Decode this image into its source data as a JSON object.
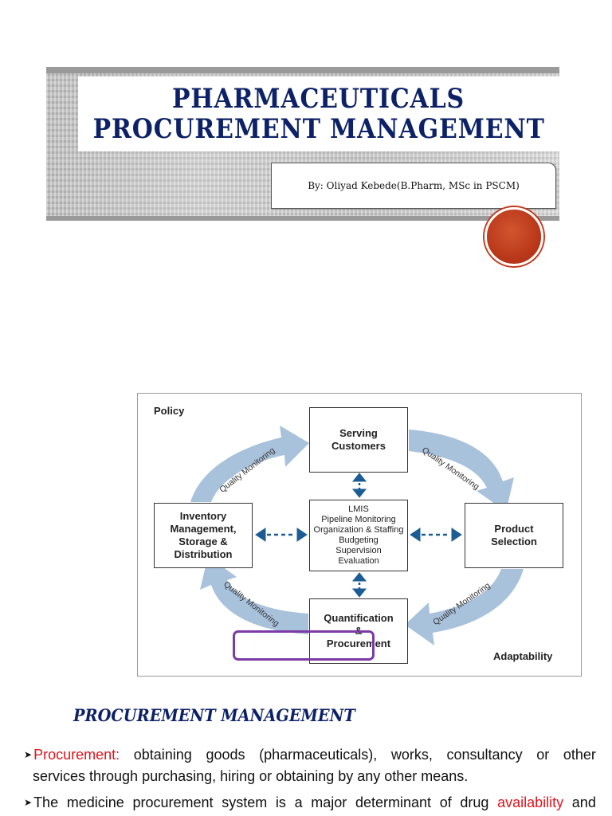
{
  "slide": {
    "title_line1": "PHARMACEUTICALS",
    "title_line2": "PROCUREMENT MANAGEMENT",
    "author": "By: Oliyad Kebede(B.Pharm, MSc in PSCM)"
  },
  "diagram": {
    "policy_label": "Policy",
    "adaptability_label": "Adaptability",
    "quality_monitoring": "Quality Monitoring",
    "boxes": {
      "serving_customers": [
        "Serving",
        "Customers"
      ],
      "product_selection": [
        "Product",
        "Selection"
      ],
      "quantification": [
        "Quantification",
        "&",
        "Procurement"
      ],
      "inventory": [
        "Inventory",
        "Management,",
        "Storage &",
        "Distribution"
      ],
      "center": [
        "LMIS",
        "Pipeline Monitoring",
        "Organization & Staffing",
        "Budgeting",
        "Supervision",
        "Evaluation"
      ]
    },
    "colors": {
      "arrow": "#a9c2dc",
      "dash_arrow": "#1c5c94",
      "highlight": "#7b3aa6"
    }
  },
  "content": {
    "section_heading": "PROCUREMENT MANAGEMENT",
    "bullet1": {
      "term": "Procurement:",
      "line1_words": [
        "obtaining",
        "goods",
        "(pharmaceuticals),",
        "works,",
        "consultancy",
        "or",
        "other"
      ],
      "line2": "services through purchasing, hiring or obtaining by any other means."
    },
    "bullet2": {
      "words_before": [
        "The",
        "medicine",
        "procurement",
        "system",
        "is",
        "a",
        "major",
        "determinant",
        "of",
        "drug"
      ],
      "highlight": "availability",
      "word_after": "and"
    },
    "colors": {
      "title": "#0c2167",
      "emphasis": "#e0121b"
    }
  }
}
